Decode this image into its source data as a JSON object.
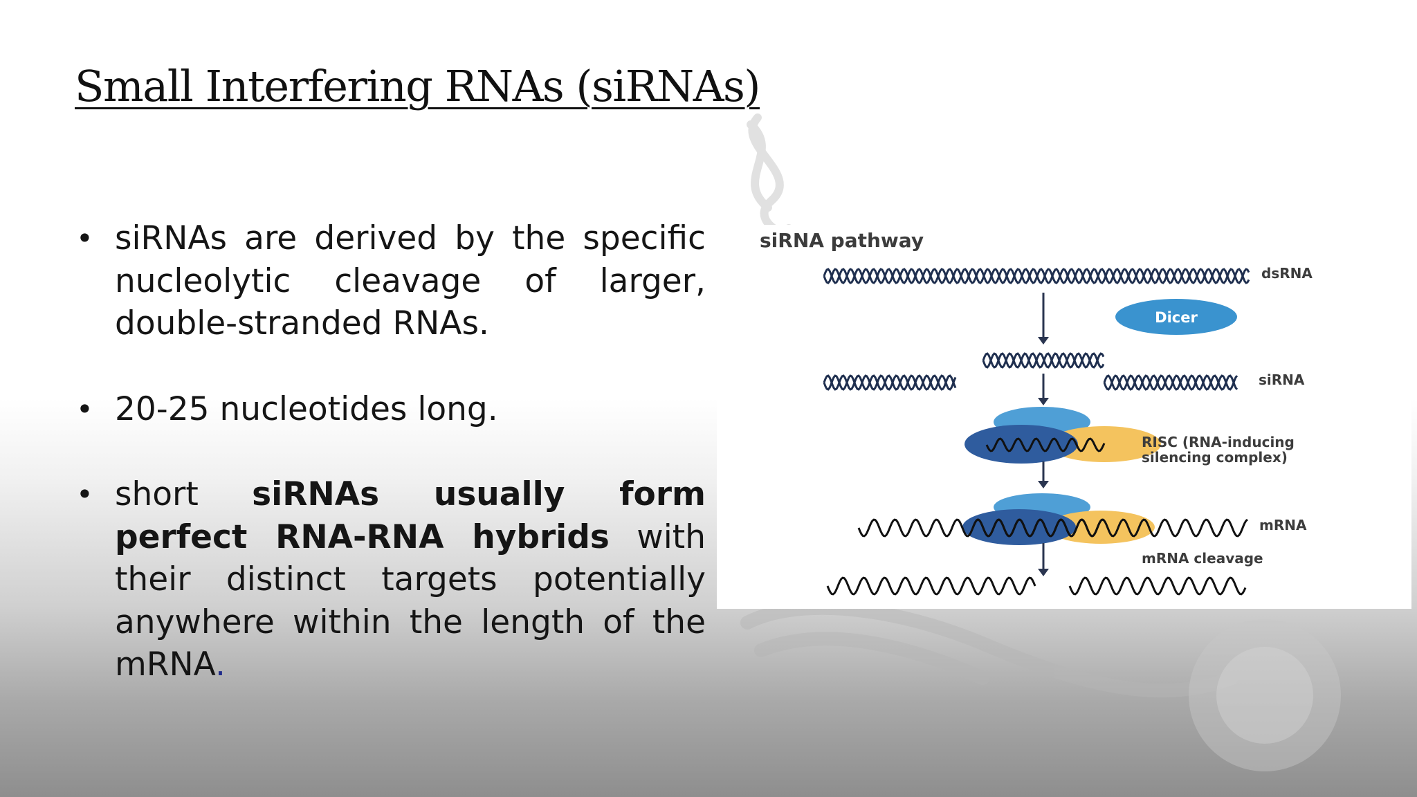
{
  "slide": {
    "title": "Small Interfering RNAs (siRNAs)",
    "bullets": [
      {
        "text": "siRNAs are derived by the specific nucleolytic cleavage of larger, double-stranded RNAs."
      },
      {
        "text": "20-25 nucleotides long."
      },
      {
        "prefix": "short ",
        "bold": "siRNAs usually form perfect RNA-RNA hybrids",
        "suffix": " with their distinct targets potentially anywhere within the length of the mRNA",
        "end": "."
      }
    ]
  },
  "figure": {
    "title": "siRNA pathway",
    "labels": {
      "dsrna": "dsRNA",
      "dicer": "Dicer",
      "sirna": "siRNA",
      "risc_line1": "RISC (RNA-inducing",
      "risc_line2": "silencing complex)",
      "mrna": "mRNA",
      "cleavage": "mRNA cleavage"
    }
  },
  "colors": {
    "dicer": "#3a93cf",
    "risc_dark": "#2f5c9e",
    "risc_light": "#4f9fd6",
    "risc_yellow": "#f4c35e",
    "strand": "#1f2f4f"
  }
}
